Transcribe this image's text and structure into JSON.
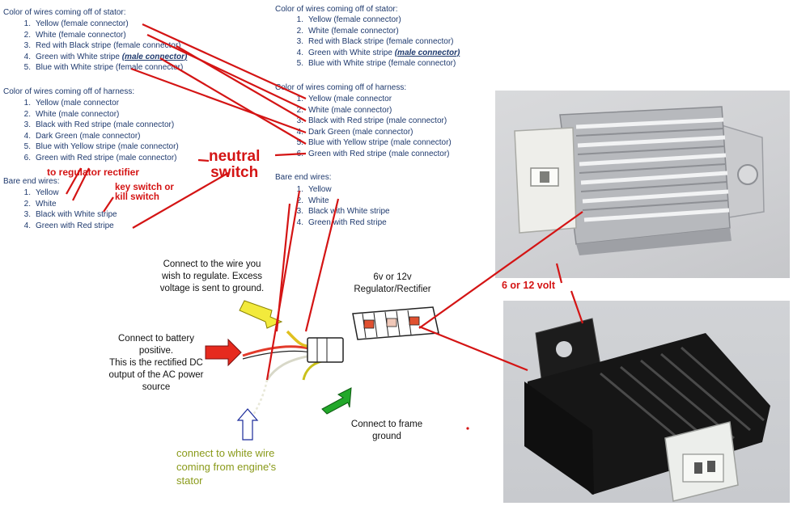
{
  "left_lists": {
    "stator_header": "Color of wires coming off of stator:",
    "stator_items": [
      {
        "num": "1.",
        "text": "Yellow (female connector)"
      },
      {
        "num": "2.",
        "text": "White (female connector)"
      },
      {
        "num": "3.",
        "text": "Red with Black stripe (female connector)"
      },
      {
        "num": "4.",
        "text": "Green with White stripe ",
        "emph": "(male connector)"
      },
      {
        "num": "5.",
        "text": "Blue with White stripe (female connector)"
      }
    ],
    "harness_header": "Color of wires coming off of harness:",
    "harness_items": [
      {
        "num": "1.",
        "text": "Yellow (male connector"
      },
      {
        "num": "2.",
        "text": "White (male connector)"
      },
      {
        "num": "3.",
        "text": "Black with Red stripe (male connector)"
      },
      {
        "num": "4.",
        "text": "Dark Green (male connector)"
      },
      {
        "num": "5.",
        "text": "Blue with Yellow stripe (male connector)"
      },
      {
        "num": "6.",
        "text": "Green with Red stripe (male connector)"
      }
    ],
    "bare_header": "Bare end wires:",
    "bare_items": [
      {
        "num": "1.",
        "text": "Yellow"
      },
      {
        "num": "2.",
        "text": "White"
      },
      {
        "num": "3.",
        "text": "Black with White stripe"
      },
      {
        "num": "4.",
        "text": "Green with Red stripe"
      }
    ]
  },
  "right_lists": {
    "stator_header": "Color of wires coming off of stator:",
    "stator_items": [
      {
        "num": "1.",
        "text": "Yellow (female connector)"
      },
      {
        "num": "2.",
        "text": "White (female connector)"
      },
      {
        "num": "3.",
        "text": "Red with Black stripe (female connector)"
      },
      {
        "num": "4.",
        "text": "Green with White stripe ",
        "emph": "(male connector)"
      },
      {
        "num": "5.",
        "text": "Blue with White stripe (female connector)"
      }
    ],
    "harness_header": "Color of wires coming off of harness:",
    "harness_items": [
      {
        "num": "1.",
        "text": "Yellow (male connector"
      },
      {
        "num": "2.",
        "text": "White (male connector)"
      },
      {
        "num": "3.",
        "text": "Black with Red stripe (male connector)"
      },
      {
        "num": "4.",
        "text": "Dark Green (male connector)"
      },
      {
        "num": "5.",
        "text": "Blue with Yellow stripe (male connector)"
      },
      {
        "num": "6.",
        "text": "Green with Red stripe (male connector)"
      }
    ],
    "bare_header": "Bare end wires:",
    "bare_items": [
      {
        "num": "1.",
        "text": "Yellow"
      },
      {
        "num": "2.",
        "text": "White"
      },
      {
        "num": "3.",
        "text": "Black with White stripe"
      },
      {
        "num": "4.",
        "text": "Green with Red stripe"
      }
    ]
  },
  "annotations": {
    "neutral_switch": "neutral\nswitch",
    "to_regulator_rectifier": "to regulator rectifier",
    "key_switch": "key switch or\nkill switch",
    "six_or_twelve_volt": "6 or 12 volt"
  },
  "diagram": {
    "regulator_title": "6v or 12v\nRegulator/Rectifier",
    "yellow_caption": "Connect to the wire you\nwish to regulate. Excess\nvoltage is sent to ground.",
    "red_caption": "Connect to battery\npositive.\nThis is the rectified DC\noutput of the AC power\nsource",
    "green_caption": "Connect to frame\nground",
    "white_caption": "connect to white wire\ncoming from engine's\nstator"
  },
  "colors": {
    "list_text": "#1f3a6e",
    "annotation_red": "#d41414",
    "green_caption": "#8a9a1a"
  }
}
